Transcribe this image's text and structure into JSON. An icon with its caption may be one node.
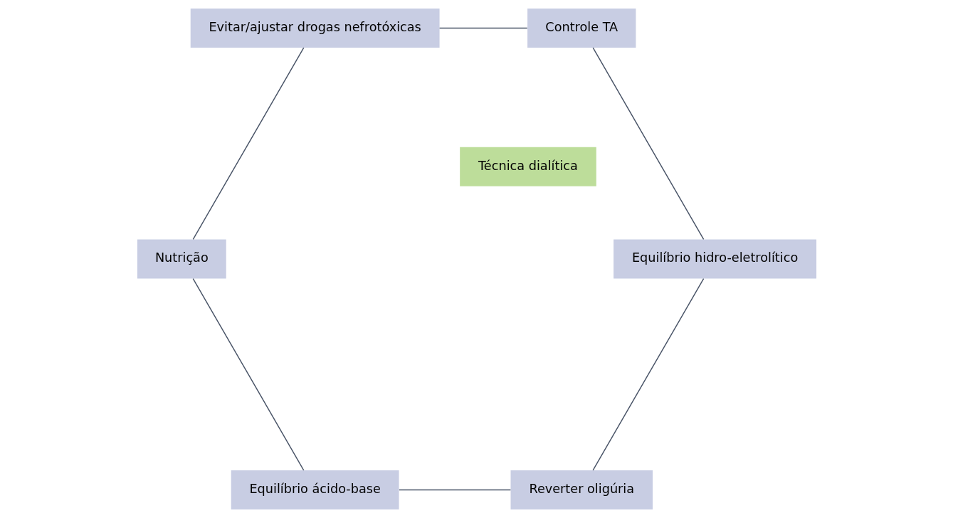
{
  "diagram": {
    "nodes": [
      {
        "text": [
          "Reverter oligúria"
        ]
      },
      {
        "text": [
          "Equilíbrio hidro-eletrolítico"
        ]
      },
      {
        "text": [
          "Equilíbrio ácido-base"
        ]
      },
      {
        "text": [
          "Técnica dialítica"
        ]
      },
      {
        "text": [
          "Controle TA"
        ]
      },
      {
        "text": [
          "Nutrição"
        ]
      },
      {
        "text": [
          "Evitar/ajustar drogas nefrotóxicas"
        ]
      }
    ],
    "edges": [
      {
        "from": 0,
        "to": 2,
        "arrow": "none"
      },
      {
        "from": 2,
        "to": 5,
        "arrow": "none"
      },
      {
        "from": 5,
        "to": 6,
        "arrow": "none"
      },
      {
        "from": 6,
        "to": 4,
        "arrow": "none"
      },
      {
        "from": 4,
        "to": 1,
        "arrow": "none"
      },
      {
        "from": 1,
        "to": 0,
        "arrow": "none"
      }
    ]
  }
}
